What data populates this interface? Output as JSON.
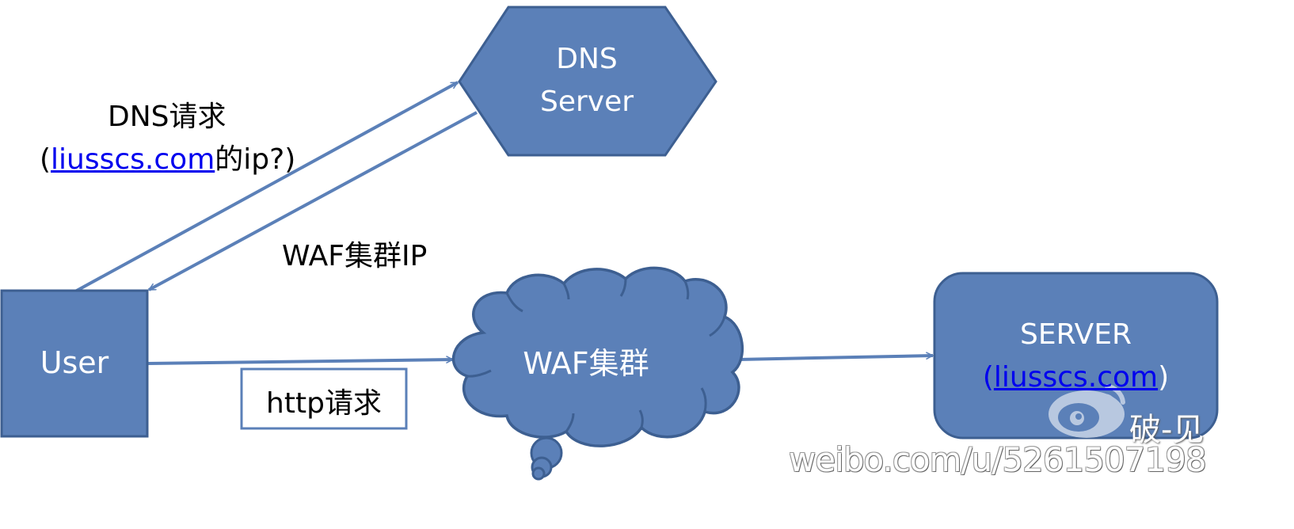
{
  "colors": {
    "shape_fill": "#5b80b8",
    "shape_stroke": "#3d5f91",
    "arrow": "#5b80b8",
    "link": "#0000ee",
    "text_dark": "#000000",
    "text_light": "#ffffff"
  },
  "nodes": {
    "dns_server": {
      "line1": "DNS",
      "line2": "Server",
      "shape": "hexagon"
    },
    "user": {
      "label": "User",
      "shape": "rectangle"
    },
    "waf_cluster": {
      "label": "WAF集群",
      "shape": "cloud"
    },
    "server": {
      "line1": "SERVER",
      "open_paren": "(",
      "link": "liusscs.com",
      "close_paren": ")",
      "shape": "rounded-rectangle"
    }
  },
  "edges": {
    "dns_request": {
      "line1": "DNS请求",
      "line2_prefix": "(",
      "line2_link": "liusscs.com",
      "line2_suffix": "的ip?)"
    },
    "dns_response": {
      "label": "WAF集群IP"
    },
    "http_request": {
      "label": "http请求"
    }
  },
  "watermark": {
    "icon": "weibo-logo-icon",
    "name": "破-见",
    "url": "weibo.com/u/5261507198"
  }
}
